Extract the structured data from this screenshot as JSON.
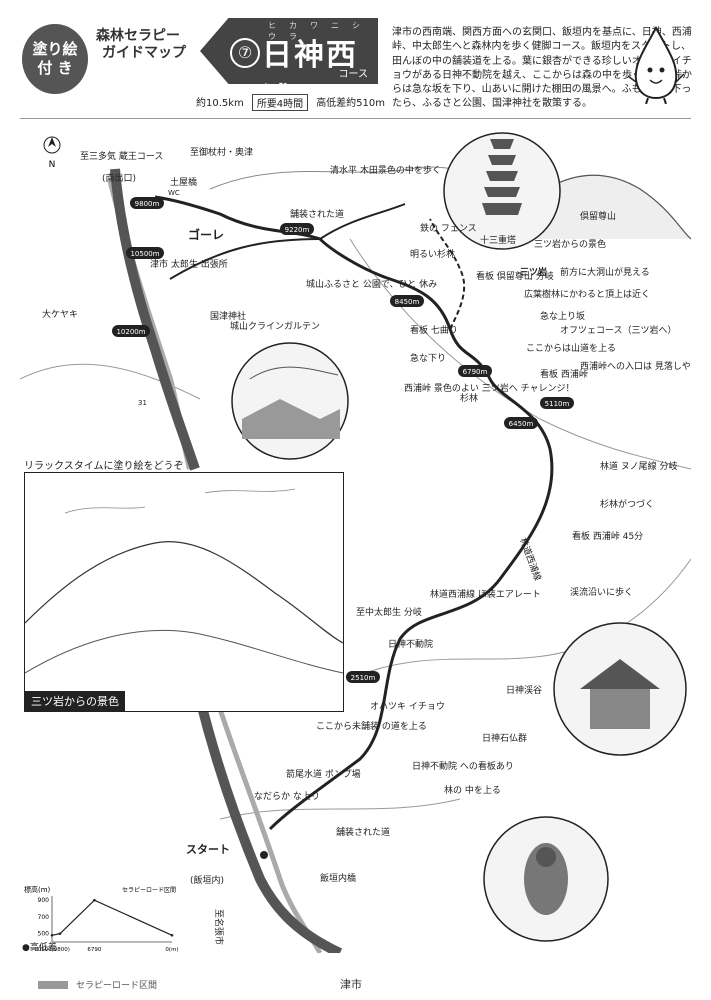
{
  "header": {
    "badge_line1": "塗り絵",
    "badge_line2": "付 き",
    "series_line1": "森林セラピー",
    "series_line2": "ガイドマップ",
    "course_number": "⑦",
    "title": "日神西浦",
    "ruby": "ヒカワニシウラ",
    "course_label": "コース",
    "distance": "約10.5km",
    "duration": "所要4時間",
    "elevation_diff": "高低差約510m"
  },
  "intro": "津市の西南端、関西方面への玄関口、飯垣内を基点に、日神、西浦峠、中太郎生へと森林内を歩く健脚コース。飯垣内をスタートし、田んぼの中の舗装道を上る。葉に銀杏ができる珍しいオハツキイチョウがある日神不動院を越え、ここからは森の中を歩く。西浦峠からは急な坂を下り、山あいに開けた棚田の風景へ。ふもとまで下ったら、ふるさと公園、国津神社を散策する。",
  "map_labels": {
    "compass": "N",
    "to_top": "至御杖村・奥津",
    "to_bottom": "至名張市",
    "mitake": "至三多気 蔵王コース",
    "minamide": "(南出口)",
    "doyahashi": "土屋橋",
    "golf": "ゴーレ",
    "branch_office": "津市 太郎生 出張所",
    "okeyaki": "大ケヤキ",
    "kunitsu": "国津神社",
    "shirosan_park": "城山ふるさと 公園で、ひと 休み",
    "shirosan_garden": "城山クラインガルテン",
    "shimizudaira": "清水平 木田景色の中を歩く",
    "paved": "舗装された道",
    "tenjuuni_tower": "十三重塔",
    "kuranami": "倶留尊山",
    "mitsuiwa_scene": "三ツ岩からの景色",
    "mitsuiwa": "三ツ岩",
    "mitsuiwa_note": "前方に大洞山が見える",
    "forest_change": "広葉樹林にかわると頂上は近く",
    "bright_forest": "明るい杉林",
    "iron_fence": "鉄の フェンス",
    "sugi": "杉林",
    "kanban_kurusu": "看板 倶留尊山 分岐",
    "steep": "急な上り坂",
    "ofutsue": "オフツェコース（三ツ岩へ）",
    "nanamagari": "看板 七曲り",
    "steep_down": "急な下り",
    "nishiura_view": "西浦峠 景色のよい 三ツ岩へ チャレンジ！",
    "mountain_road": "ここからは山道を上る",
    "nishiura_pass": "看板 西浦峠",
    "nishiura_caution": "西浦峠への入口は 見落しやすいので注意！ ここからは狭い峠道。",
    "rindo_bunki": "林道 ヌノ尾線 分岐",
    "sugi_continue": "杉林がつづく",
    "kanban_45": "看板 西浦峠 45分",
    "along_stream": "渓流沿いに歩く",
    "rindo_nishiura": "林道西浦線",
    "paved_rindo": "林道西浦線 ほ装エアレート",
    "nakataro": "至中太郎生 分岐",
    "hikami_fudo": "日神不動院",
    "hikami_valley": "日神渓谷",
    "hikami_stone": "日神石仏群",
    "paved_start": "ここから未舗装 の道を上る",
    "ofutsuki": "オハツキ イチョウ",
    "kanban_hikami": "日神不動院 への看板あり",
    "forest_up": "林の 中を上る",
    "cut_water": "箭尾水道 ポンプ場",
    "gentle": "なだらか な上り",
    "paved_road": "舗装された道",
    "start": "スタート",
    "igakaito": "(飯垣内)",
    "igakaito_bridge": "飯垣内橋",
    "marker_9800": "9800m",
    "marker_10500": "10500m",
    "marker_10200": "10200m",
    "marker_9220": "9220m",
    "marker_8450": "8450m",
    "marker_6790": "6790m",
    "marker_6450": "6450m",
    "marker_5110": "5110m",
    "marker_2510": "2510m",
    "wc": "WC",
    "road_31": "31"
  },
  "coloring": {
    "hint": "リラックスタイムに塗り絵をどうぞ",
    "caption": "三ツ岩からの景色"
  },
  "elevation": {
    "axis_title": "標高(m)",
    "y_ticks": [
      "900",
      "700",
      "500"
    ],
    "x_ticks": [
      "10500(9800)",
      "6790",
      "0(m)"
    ],
    "legend_top": "セラピーロード区間",
    "legend_bottom": "●高低差"
  },
  "footer": {
    "legend": "セラピーロード区間",
    "city": "津市"
  },
  "chart_data": {
    "type": "line",
    "title": "",
    "xlabel": "",
    "ylabel": "標高(m)",
    "x": [
      10500,
      9800,
      6790,
      0
    ],
    "values": [
      480,
      500,
      900,
      480
    ],
    "ylim": [
      400,
      950
    ]
  }
}
